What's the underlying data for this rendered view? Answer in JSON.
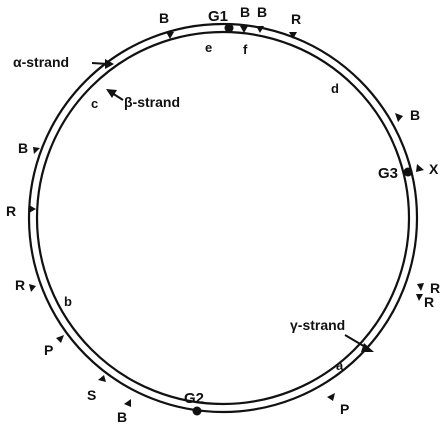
{
  "genes": {
    "g1": "G1",
    "g2": "G2",
    "g3": "G3"
  },
  "sites": {
    "B": "B",
    "R": "R",
    "P": "P",
    "S": "S",
    "X": "X"
  },
  "regions": {
    "a": "a",
    "b": "b",
    "c": "c",
    "d": "d",
    "e": "e",
    "f": "f"
  },
  "strands": {
    "alpha": "α-strand",
    "beta": "β-strand",
    "gamma": "γ-strand"
  },
  "colors": {
    "ink": "#111111",
    "background": "#ffffff"
  }
}
